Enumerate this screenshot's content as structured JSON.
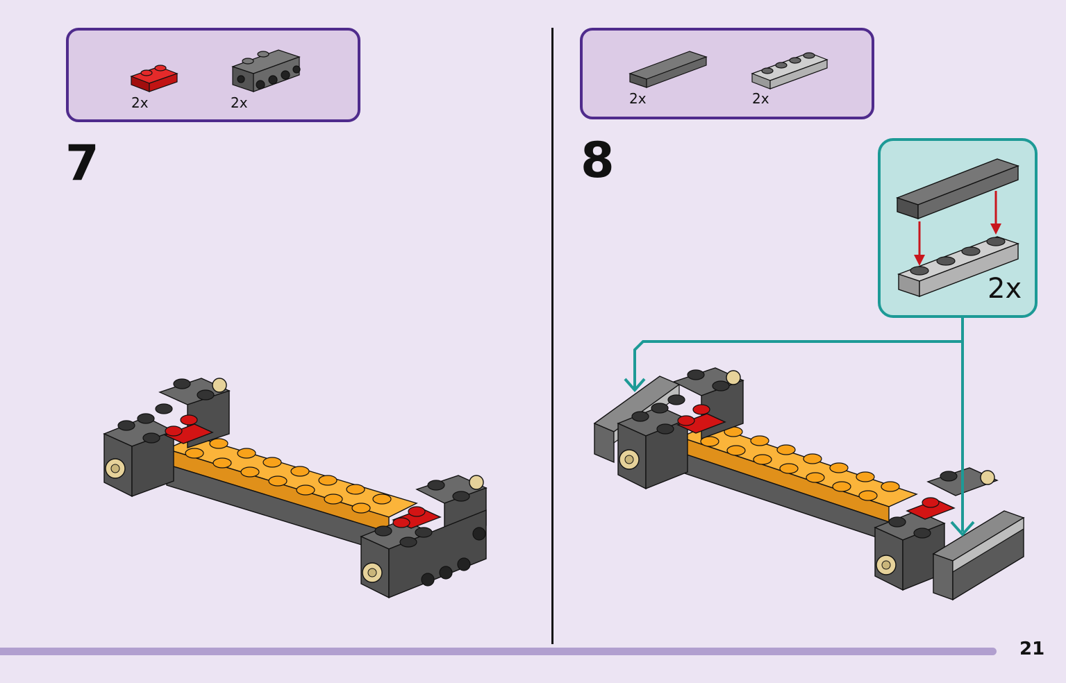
{
  "page": {
    "number": "21"
  },
  "steps": [
    {
      "number": "7",
      "parts": [
        {
          "icon": "red-plate-1x2-icon",
          "qty": "2x",
          "color": "#d31414"
        },
        {
          "icon": "dark-gray-bracket-plate-icon",
          "qty": "2x",
          "color": "#6b6b6b"
        }
      ]
    },
    {
      "number": "8",
      "parts": [
        {
          "icon": "dark-gray-tile-1x4-icon",
          "qty": "2x",
          "color": "#6e6e6e"
        },
        {
          "icon": "light-gray-plate-1x4-icon",
          "qty": "2x",
          "color": "#b9b9b9"
        }
      ],
      "callout": {
        "multiplier": "2x"
      }
    }
  ],
  "colors": {
    "background": "#ece4f3",
    "parts_box_fill": "#dccbe6",
    "parts_box_border": "#4f2b8c",
    "callout_fill": "#bfe3e2",
    "callout_border": "#1d9a96",
    "arrow_red": "#c8161d",
    "brick_orange": "#f8a21a",
    "brick_red": "#d31414",
    "brick_dark_gray": "#5b5b5b"
  }
}
